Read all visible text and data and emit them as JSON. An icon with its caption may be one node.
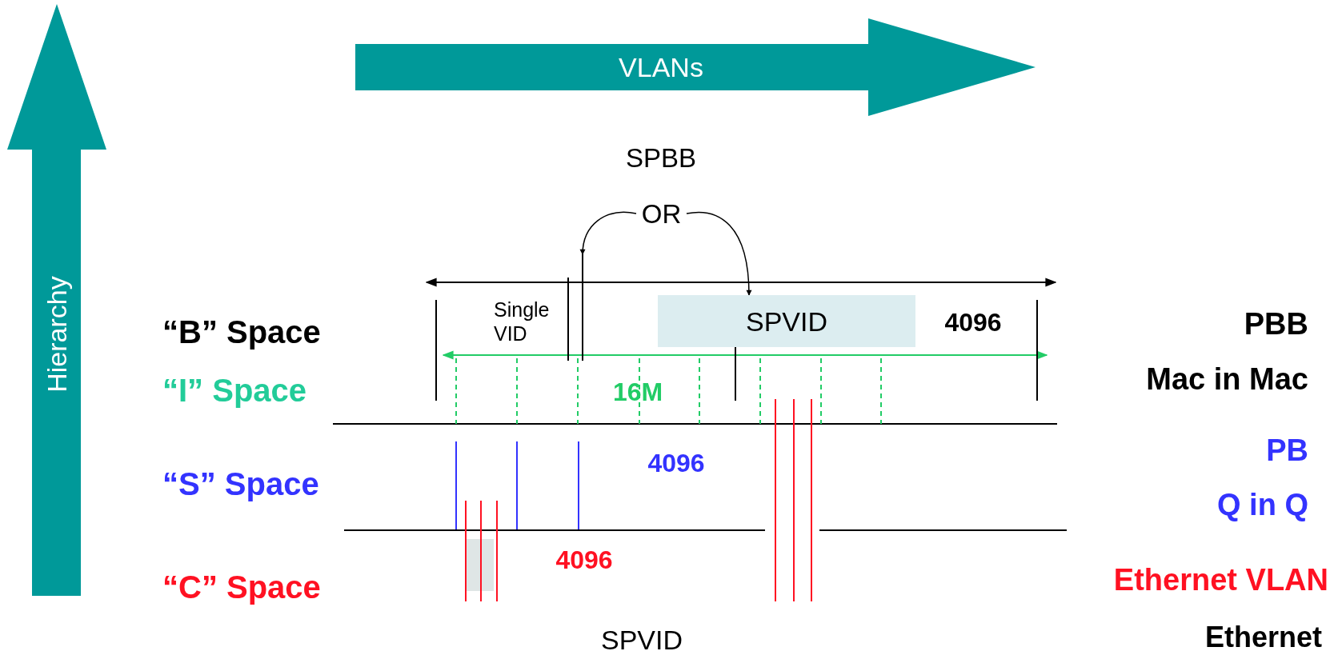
{
  "diagram": {
    "nodes": [
      {
        "text": [
          "Hierarchy"
        ]
      },
      {
        "text": [
          "VLANs"
        ]
      },
      {
        "text": [
          "OR"
        ]
      },
      {
        "text": [
          "Single VID"
        ]
      },
      {
        "text": [
          "SPVID"
        ]
      }
    ],
    "edges": [
      {
        "from": 2,
        "to": 3,
        "arrow": "to"
      },
      {
        "from": 2,
        "to": 4,
        "arrow": "to"
      }
    ],
    "labels": [
      "SPBB",
      "4096",
      "“B” Space",
      "PBB",
      "“I” Space",
      "16M",
      "Mac in Mac",
      "4096",
      "PB",
      "“S” Space",
      "Q in Q",
      "4096",
      "“C” Space",
      "Ethernet VLAN",
      "SPVID",
      "Ethernet"
    ]
  }
}
